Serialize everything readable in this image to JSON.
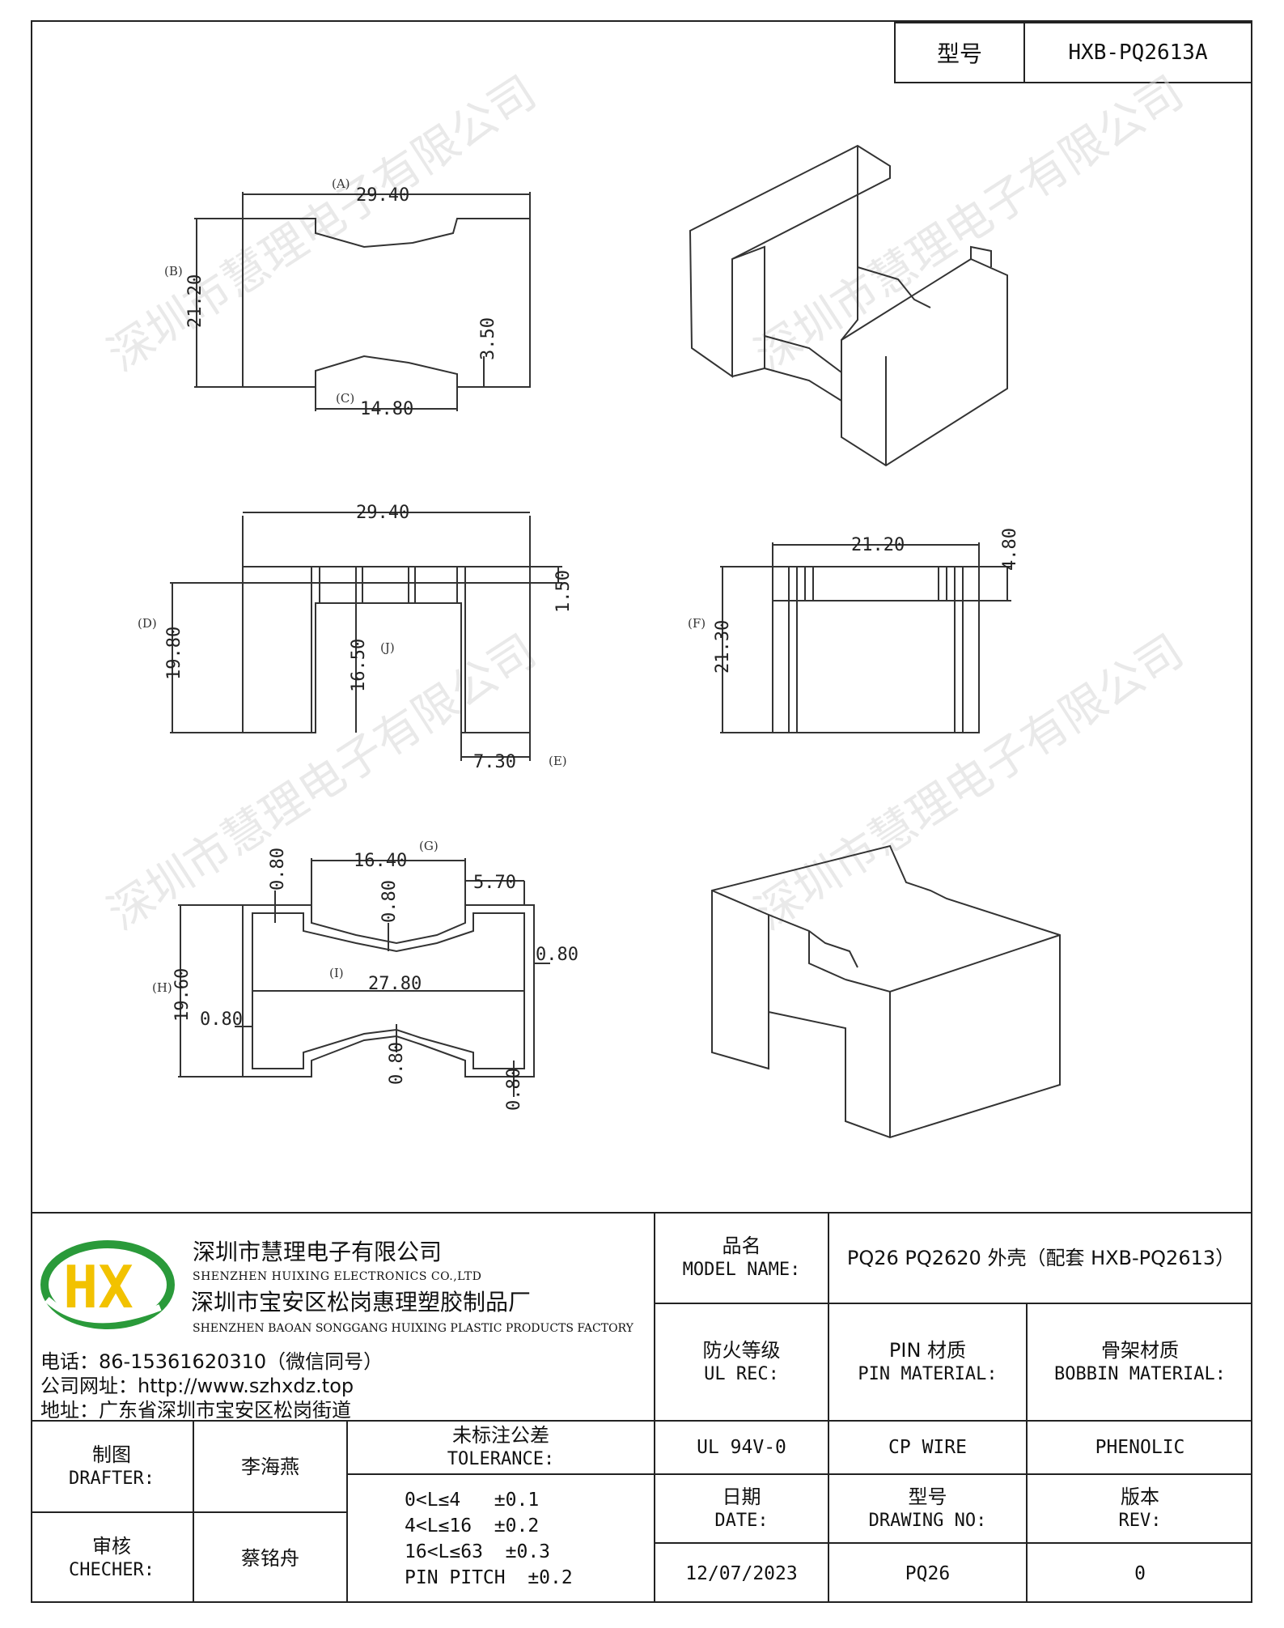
{
  "header": {
    "label": "型号",
    "value": "HXB-PQ2613A"
  },
  "watermark": "深圳市慧理电子有限公司",
  "drawing": {
    "top_view": {
      "A": "(A)",
      "A_val": "29.40",
      "B": "(B)",
      "B_val": "21.20",
      "C": "(C)",
      "C_val": "14.80",
      "notch": "3.50"
    },
    "front_view": {
      "top": "29.40",
      "D": "(D)",
      "D_val": "19.80",
      "J": "(J)",
      "J_val": "16.50",
      "lip": "1.50",
      "E": "(E)",
      "E_val": "7.30"
    },
    "side_view": {
      "top": "21.20",
      "F": "(F)",
      "F_val": "21.30",
      "lip": "4.80"
    },
    "bottom_view": {
      "G": "(G)",
      "G_val": "16.40",
      "w1": "5.70",
      "H": "(H)",
      "H_val": "19.60",
      "I": "(I)",
      "I_val": "27.80",
      "t1": "0.80",
      "t2": "0.80",
      "t3": "0.80",
      "t4": "0.80",
      "t5": "0.80",
      "t6": "0.80"
    }
  },
  "company": {
    "logo_letters": "HX",
    "name_cn": "深圳市慧理电子有限公司",
    "name_en": "SHENZHEN HUIXING ELECTRONICS CO.,LTD",
    "factory_cn": "深圳市宝安区松岗惠理塑胶制品厂",
    "factory_en": "SHENZHEN BAOAN SONGGANG HUIXING PLASTIC PRODUCTS FACTORY",
    "phone": "电话：86-15361620310（微信同号）",
    "website": "公司网址：http://www.szhxdz.top",
    "address": "地址：广东省深圳市宝安区松岗街道"
  },
  "title_block": {
    "model_name_cn": "品名",
    "model_name_en": "MODEL NAME:",
    "model_name_value": "PQ26 PQ2620 外壳（配套 HXB-PQ2613）",
    "ul_cn": "防火等级",
    "ul_en": "UL REC:",
    "pin_cn": "PIN 材质",
    "pin_en": "PIN MATERIAL:",
    "bobbin_cn": "骨架材质",
    "bobbin_en": "BOBBIN MATERIAL:",
    "ul_value": "UL 94V-0",
    "pin_value": "CP WIRE",
    "bobbin_value": "PHENOLIC",
    "drafter_cn": "制图",
    "drafter_en": "DRAFTER:",
    "drafter_name": "李海燕",
    "checker_cn": "审核",
    "checker_en": "CHECHER:",
    "checker_name": "蔡铭舟",
    "tolerance_cn": "未标注公差",
    "tolerance_en": "TOLERANCE:",
    "tolerances": [
      "0<L≤4   ±0.1",
      "4<L≤16  ±0.2",
      "16<L≤63  ±0.3",
      "PIN PITCH  ±0.2"
    ],
    "date_cn": "日期",
    "date_en": "DATE:",
    "date_value": "12/07/2023",
    "drawing_no_cn": "型号",
    "drawing_no_en": "DRAWING NO:",
    "drawing_no_value": "PQ26",
    "rev_cn": "版本",
    "rev_en": "REV:",
    "rev_value": "0"
  }
}
